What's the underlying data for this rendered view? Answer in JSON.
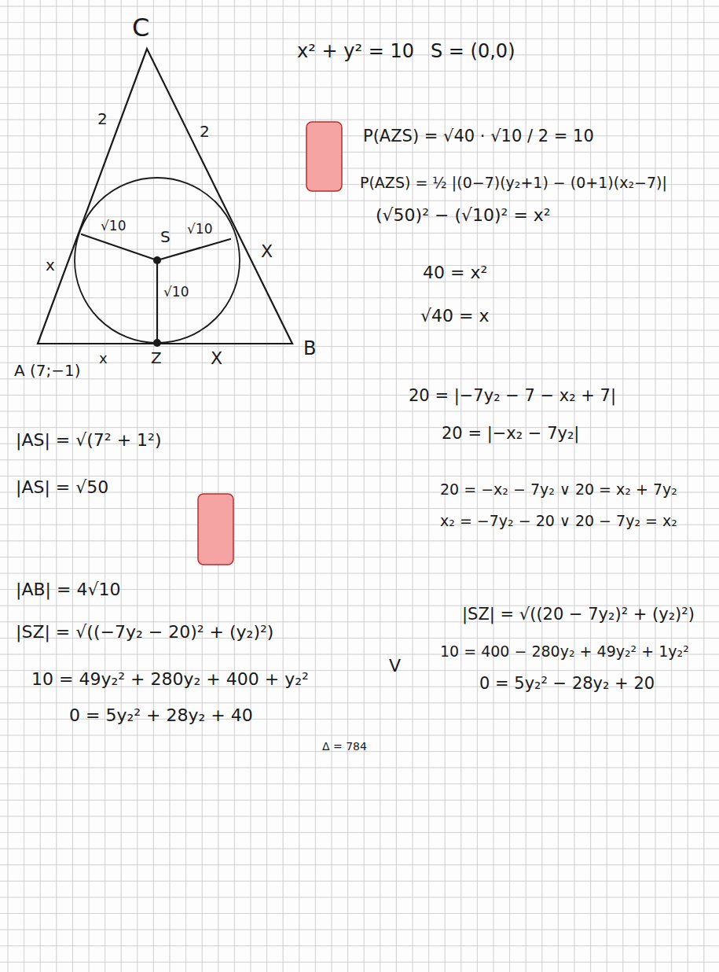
{
  "diagram": {
    "labels": [
      "C",
      "2",
      "2",
      "x² + y² = 10",
      "S = (0,0)",
      "P(AZS) = √40 · √10 / 2 = 10",
      "P(AZS) = ½ |(0−7)(y₂+1) − (0+1)(x₂−7)|",
      "(√50)² − (√10)² = x²",
      "40 = x²",
      "√40 = x",
      "√10",
      "S",
      "√10",
      "√10",
      "x",
      "X",
      "x",
      "Z",
      "X",
      "B",
      "A (7;−1)",
      "|AS| = √(7² + 1²)",
      "|AS| = √50",
      "|AB| = 4√10",
      "|SZ| = √((−7y₂ − 20)² + (y₂)²)",
      "10 = 49y₂² + 280y₂ + 400 + y₂²",
      "0 = 5y₂² + 28y₂ + 40",
      "Δ = 784",
      "V",
      "20 = |−7y₂ − 7 − x₂ + 7|",
      "20 = |−x₂ − 7y₂|",
      "20 = −x₂ − 7y₂ ∨ 20 = x₂ + 7y₂",
      "x₂ = −7y₂ − 20 ∨ 20 − 7y₂ = x₂",
      "|SZ| = √((20 − 7y₂)² + (y₂)²)",
      "10 = 400 − 280y₂ + 49y₂² + 1y₂²",
      "0 = 5y₂² − 28y₂ + 20"
    ]
  }
}
